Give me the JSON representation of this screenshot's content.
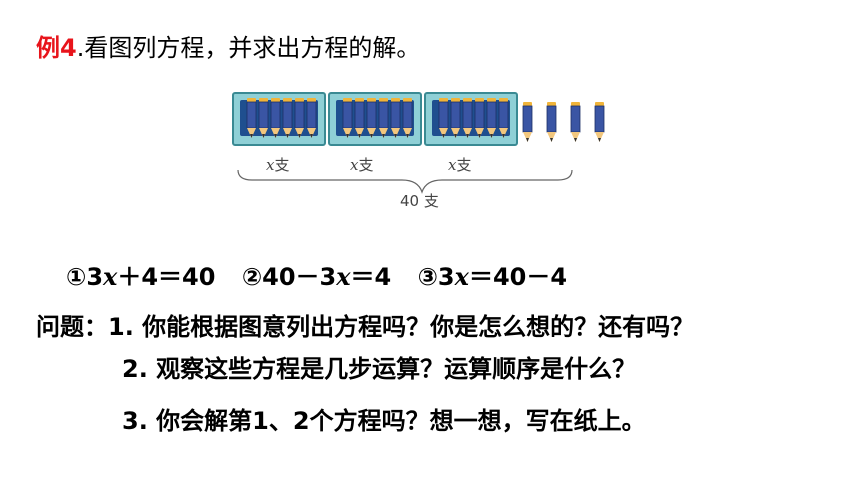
{
  "title": {
    "lead": "例4",
    "text": ".看图列方程，并求出方程的解。"
  },
  "figure": {
    "box_label_var": "x",
    "box_label_unit": "支",
    "total_label": "40 支",
    "boxes": 3,
    "pencils_per_box": 6,
    "loose_pencils": 4,
    "colors": {
      "box_fill": "#8fd0d6",
      "box_border": "#3a8a93",
      "box_inner": "#1f4f8f",
      "pencil_body": "#3a55a4",
      "pencil_tip": "#f2c77e",
      "pencil_band": "#f0b43a"
    }
  },
  "equations": [
    {
      "prefix": "①3",
      "var": "x",
      "suffix": "＋4＝40"
    },
    {
      "prefix": "②40－3",
      "var": "x",
      "suffix": "＝4"
    },
    {
      "prefix": "③3",
      "var": "x",
      "suffix": "＝40－4"
    }
  ],
  "questions": {
    "q1": "问题：1. 你能根据图意列出方程吗？你是怎么想的？还有吗？",
    "q2": "2. 观察这些方程是几步运算？运算顺序是什么？",
    "q3": "3. 你会解第1、2个方程吗？想一想，写在纸上。"
  }
}
